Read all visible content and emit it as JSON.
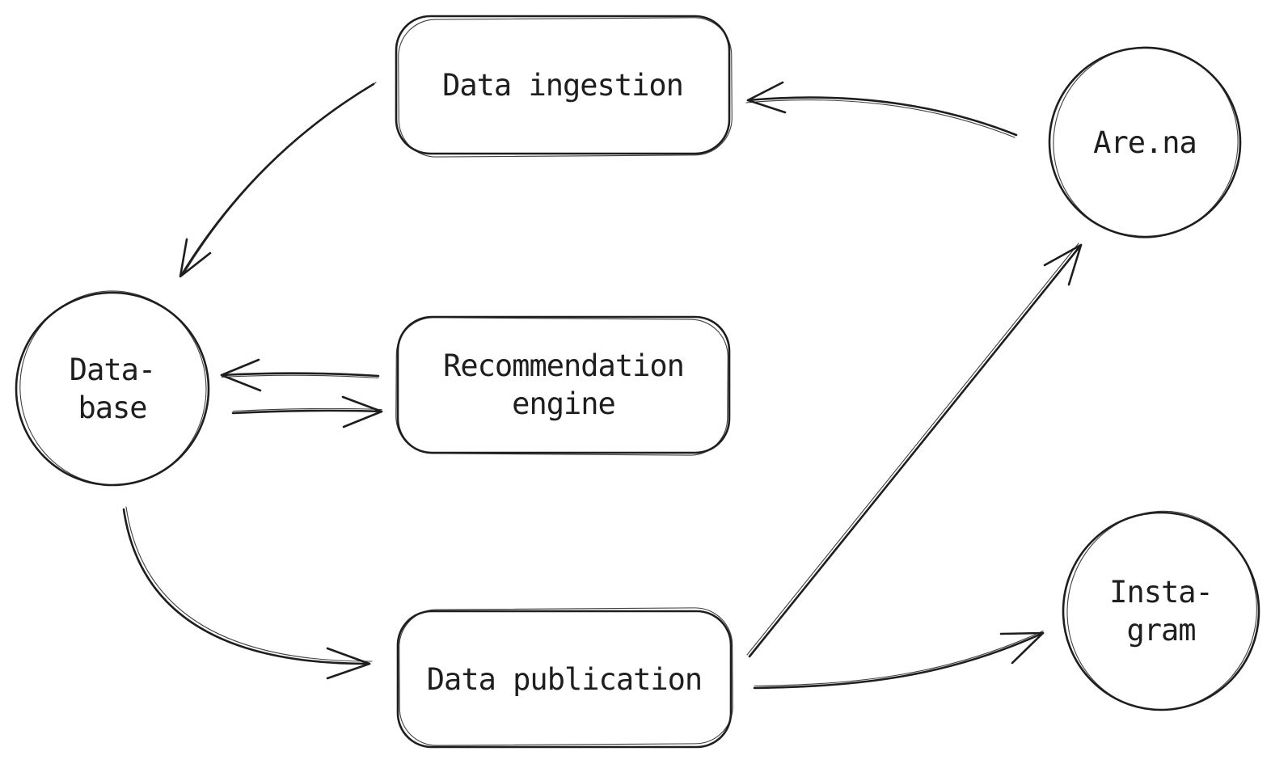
{
  "diagram": {
    "kind": "flowchart",
    "stroke_color": "#1e1e1e",
    "background_color": "#ffffff",
    "nodes": {
      "data_ingestion": {
        "shape": "rounded-rectangle",
        "label": "Data ingestion"
      },
      "arena": {
        "shape": "circle",
        "label": "Are.na"
      },
      "database": {
        "shape": "circle",
        "line1": "Data-",
        "line2": "base"
      },
      "recommendation_engine": {
        "shape": "rounded-rectangle",
        "line1": "Recommendation",
        "line2": "engine"
      },
      "data_publication": {
        "shape": "rounded-rectangle",
        "label": "Data publication"
      },
      "instagram": {
        "shape": "circle",
        "line1": "Insta-",
        "line2": "gram"
      }
    },
    "edges": [
      {
        "from": "Are.na",
        "to": "Data ingestion"
      },
      {
        "from": "Data ingestion",
        "to": "Data-base"
      },
      {
        "from": "Recommendation engine",
        "to": "Data-base"
      },
      {
        "from": "Data-base",
        "to": "Recommendation engine"
      },
      {
        "from": "Data-base",
        "to": "Data publication"
      },
      {
        "from": "Data publication",
        "to": "Are.na"
      },
      {
        "from": "Data publication",
        "to": "Insta-gram"
      }
    ]
  }
}
